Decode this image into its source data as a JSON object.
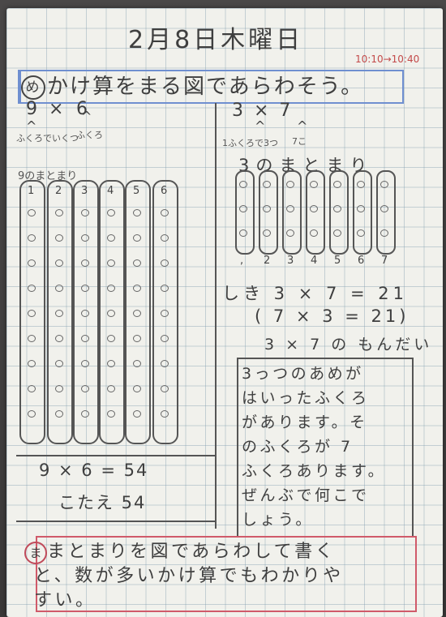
{
  "header": {
    "date": "2月8日木曜日",
    "time_note": "10:10→10:40"
  },
  "goal": {
    "marker": "め",
    "text": "かけ算をまる図であらわそう。"
  },
  "left": {
    "expr_a": "9",
    "expr_op": "×",
    "expr_b": "6",
    "note_a": "ふくろでいくつ",
    "note_b": "ふくろ",
    "group_label": "9のまとまり",
    "group_nums": [
      "1",
      "2",
      "3",
      "4",
      "5",
      "6"
    ],
    "formula": "9 × 6 = 54",
    "answer": "こたえ 54"
  },
  "right": {
    "expr": "3 × 7",
    "note_a": "1ふくろで3つ",
    "note_b": "7こ",
    "group_label": "3のまとまり",
    "group_nums": [
      ",",
      "2",
      "3",
      "4",
      "5",
      "6",
      "7"
    ],
    "shiki": "しき 3 × 7 = 21",
    "shiki2": "( 7 × 3 = 21)",
    "mondai": "3 × 7 の もんだい",
    "story": [
      "3っつのあめが",
      "はいったふくろ",
      "があります。そ",
      "のふくろが 7",
      "ふくろあります。",
      "ぜんぶで何こで",
      "しょう。"
    ]
  },
  "summary": {
    "marker": "ま",
    "lines": [
      "まとまりを図であらわして書く",
      "と、数が多いかけ算でもわかりや",
      "すい。"
    ]
  }
}
